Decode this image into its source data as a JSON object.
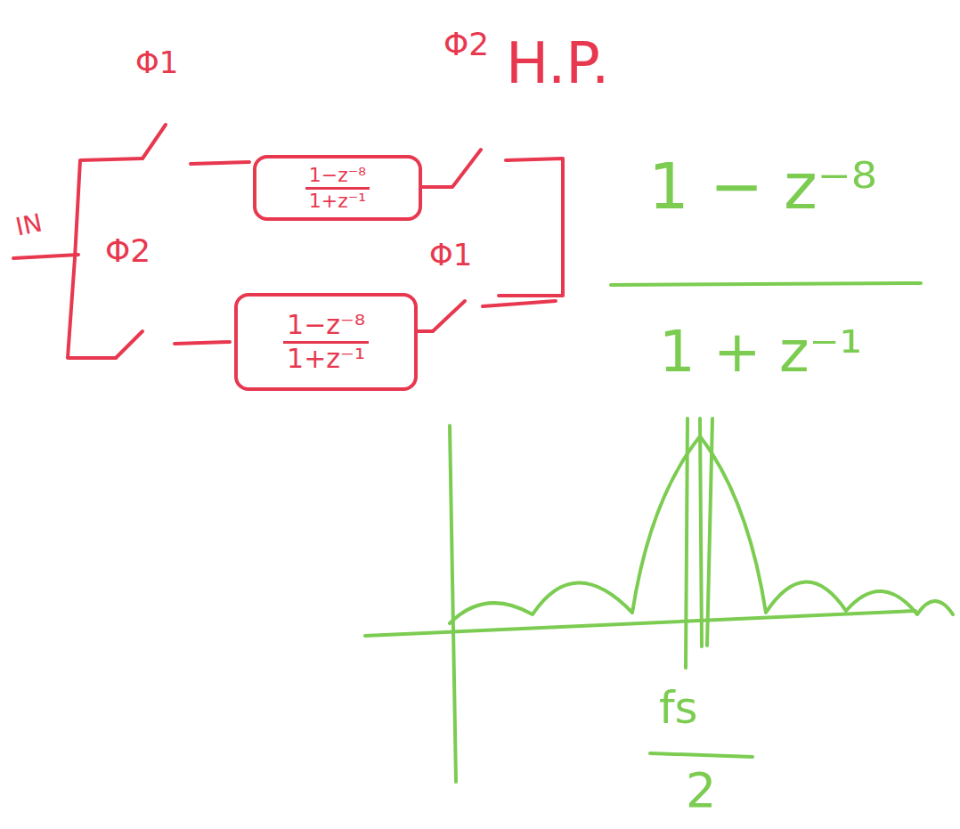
{
  "diagram": {
    "nodes": [
      {
        "text": [
          "1−z⁻⁸",
          "1+z⁻¹"
        ]
      },
      {
        "text": [
          "1−z⁻⁸",
          "1+z⁻¹"
        ]
      }
    ],
    "labels": [
      "IN",
      "Φ1",
      "Φ2",
      "H.P.",
      "Φ2",
      "Φ1",
      "1 − z⁻⁸",
      "1 + z⁻¹",
      "fs",
      "2"
    ]
  }
}
